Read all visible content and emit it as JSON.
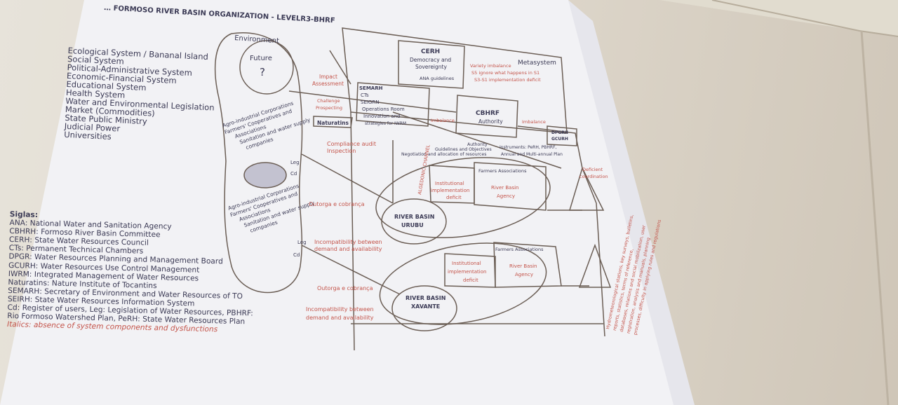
{
  "title": "… FORMOSO RIVER BASIN ORGANIZATION - LEVELR3-BHRF",
  "categories": [
    "Ecological System / Bananal Island",
    "Social System",
    "Political-Administrative System",
    "Economic-Financial System",
    "Educational System",
    "Health System",
    "Water and Environmental Legislation",
    "Market (Commodities)",
    "State Public Ministry",
    "Judicial Power",
    "Universities"
  ],
  "legend": {
    "heading": "Siglas:",
    "items": [
      "ANA: National Water and Sanitation Agency",
      "CBHRH: Formoso River Basin Committee",
      "CERH: State Water Resources Council",
      "CTs: Permanent Technical Chambers",
      "DPGR: Water Resources Planning and Management Board",
      "GCURH: Water Resources Use Control Management",
      "IWRM: Integrated Management of Water Resources",
      "Naturatins: Nature Institute of Tocantins",
      "SEMARH: Secretary of Environment and Water Resources of TO",
      "SEIRH: State Water Resources Information System",
      "Cd: Register of users, Leg: Legislation of Water Resources, PBHRF:",
      "Rio Formoso Watershed Plan, PeRH: State Water Resources Plan"
    ],
    "italics_note": "Italics: absence of system components and dysfunctions"
  },
  "diagram": {
    "environment": "Environment",
    "future": "Future",
    "question": "?",
    "metasystem": "Metasystem",
    "cerh": {
      "title": "CERH",
      "line1": "Democracy and",
      "line2": "Sovereignty",
      "line3": "ANA guidelines"
    },
    "variety": {
      "line1": "Variety imbalance",
      "line2": "S5 ignore what happens in S1",
      "line3": "S3-S1 implementation deficit"
    },
    "impact": {
      "line1": "Impact",
      "line2": "Assessment"
    },
    "semarh": {
      "line1": "SEMARH",
      "line2": "CTs",
      "line3": "SEIGRN",
      "line4": "Operations Room",
      "line5": "Innovation and",
      "line6": "strategies for IWRM"
    },
    "challenge": {
      "line1": "Challenge",
      "line2": "Prospecting"
    },
    "imbalance": "Imbalance",
    "cbhrf": {
      "title": "CBHRF",
      "sub": "Authority"
    },
    "dpgrh": {
      "line1": "DPGRH",
      "line2": "GCURH"
    },
    "naturatins": "Naturatins",
    "compliance": {
      "line1": "Compliance audit",
      "line2": "Inspection"
    },
    "authority_block": {
      "line1": "Authority",
      "line2": "Guidelines and Objectives",
      "line3": "Negotiation and allocation of resources",
      "line4": "Instruments: PeRH, PBHRF,",
      "line5": "Annual and Multi-annual Plan"
    },
    "algedonic": "ALGEDONIC CHANNEL",
    "deficient": {
      "line1": "Deficient",
      "line2": "coordination"
    },
    "agro_top": {
      "line1": "Agro-industrial Corporations",
      "line2": "Farmers' Cooperatives and",
      "line3": "Associations",
      "line4": "Sanitation and water supply",
      "line5": "companies"
    },
    "agro_bottom": {
      "line1": "Agro-industrial Corporations",
      "line2": "Farmers' Cooperatives and",
      "line3": "Associations",
      "line4": "Sanitation and water supply",
      "line5": "companies"
    },
    "leg": "Leg",
    "cd": "Cd",
    "outorga": "Outorga e cobrança",
    "incompat": {
      "line1": "Incompatibility between",
      "line2": "demand and availability"
    },
    "urubu": {
      "line1": "RIVER BASIN",
      "line2": "URUBU"
    },
    "xavante": {
      "line1": "RIVER BASIN",
      "line2": "XAVANTE"
    },
    "farmers_assoc": "Farmers Associations",
    "inst_deficit": {
      "line1": "Institutional",
      "line2": "implementation",
      "line3": "deficit"
    },
    "rb_agency": {
      "line1": "River Basin",
      "line2": "Agency"
    },
    "side_text": {
      "line1": "Hydrometeorological stations, key surveys, bulletins,",
      "line2": "reports, statistics, terms of reference,",
      "line3": "databases, relations and social mobilization, user",
      "line4": "registration, analysis and manuals, planning",
      "line5": "processes, difficulty in applying rules and regulations"
    }
  }
}
